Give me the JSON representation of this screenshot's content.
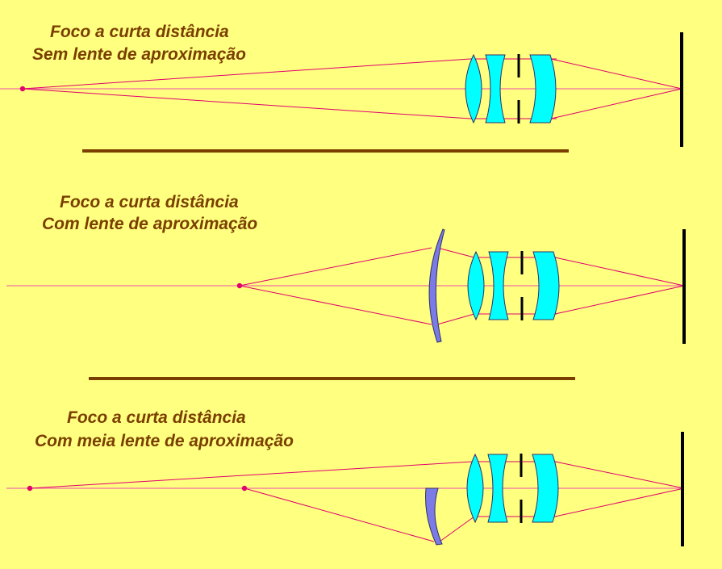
{
  "colors": {
    "background": "#FFFF80",
    "text": "#7A3F00",
    "ray": "#E0006E",
    "axis": "#F070A0",
    "lens_fill": "#00FFFF",
    "close_up_lens_fill": "#7B7BE8",
    "separator": "#7A3F00",
    "stop": "#000000",
    "sensor": "#000000"
  },
  "panels": [
    {
      "title_line1": "Foco a curta distância",
      "title_line2": "Sem lente de aproximação"
    },
    {
      "title_line1": "Foco a curta distância",
      "title_line2": "Com lente de aproximação"
    },
    {
      "title_line1": "Foco a curta distância",
      "title_line2": "Com meia lente de aproximação"
    }
  ]
}
